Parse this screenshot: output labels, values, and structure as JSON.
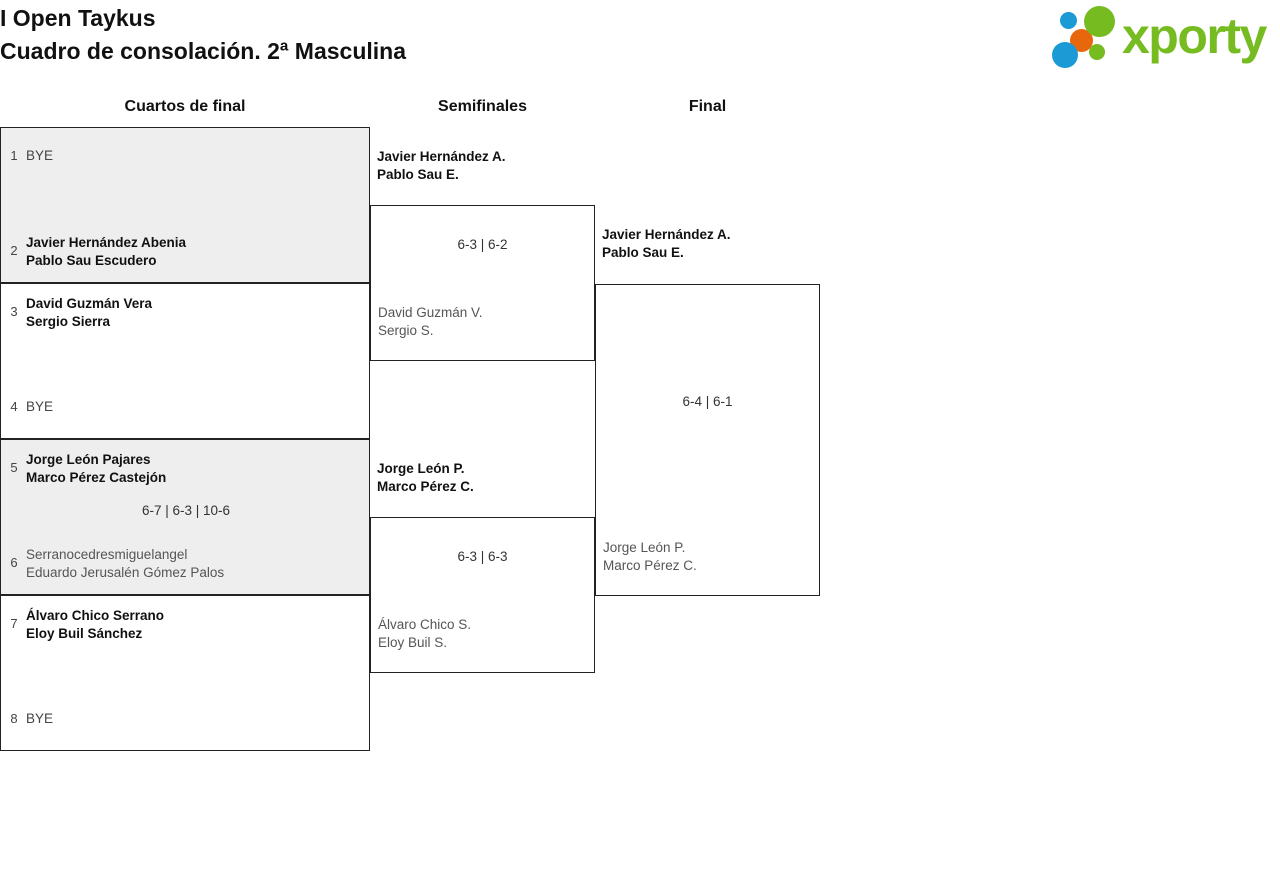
{
  "header": {
    "tournament_title": "I Open Taykus",
    "bracket_subtitle": "Cuadro de consolación. 2ª Masculina",
    "logo_word": "xporty",
    "logo_colors": {
      "green": "#76bc21",
      "blue": "#1b9ad6",
      "orange": "#e8660c"
    }
  },
  "columns": {
    "quarterfinals_label": "Cuartos de final",
    "semifinals_label": "Semifinales",
    "final_label": "Final"
  },
  "bracket": {
    "quarterfinals": [
      {
        "shaded": true,
        "top": {
          "seed": "1",
          "status": "bye",
          "names": [
            "BYE"
          ]
        },
        "bottom": {
          "seed": "2",
          "status": "winner",
          "names": [
            "Javier Hernández Abenia",
            "Pablo Sau Escudero"
          ]
        },
        "score": ""
      },
      {
        "shaded": false,
        "top": {
          "seed": "3",
          "status": "winner",
          "names": [
            "David Guzmán Vera",
            "Sergio Sierra"
          ]
        },
        "bottom": {
          "seed": "4",
          "status": "bye",
          "names": [
            "BYE"
          ]
        },
        "score": ""
      },
      {
        "shaded": true,
        "top": {
          "seed": "5",
          "status": "winner",
          "names": [
            "Jorge León Pajares",
            "Marco Pérez Castejón"
          ]
        },
        "bottom": {
          "seed": "6",
          "status": "loser",
          "names": [
            "Serranocedresmiguelangel",
            "Eduardo Jerusalén Gómez Palos"
          ]
        },
        "score": "6-7 | 6-3 | 10-6"
      },
      {
        "shaded": false,
        "top": {
          "seed": "7",
          "status": "winner",
          "names": [
            "Álvaro Chico Serrano",
            "Eloy Buil Sánchez"
          ]
        },
        "bottom": {
          "seed": "8",
          "status": "bye",
          "names": [
            "BYE"
          ]
        },
        "score": ""
      }
    ],
    "semifinals": [
      {
        "winner": [
          "Javier Hernández A.",
          "Pablo Sau E."
        ],
        "score": "6-3 | 6-2",
        "loser": [
          "David Guzmán V.",
          "Sergio S."
        ]
      },
      {
        "winner": [
          "Jorge León P.",
          "Marco Pérez C."
        ],
        "score": "6-3 | 6-3",
        "loser": [
          "Álvaro Chico S.",
          "Eloy Buil S."
        ]
      }
    ],
    "final": {
      "winner": [
        "Javier Hernández A.",
        "Pablo Sau E."
      ],
      "score": "6-4 | 6-1",
      "loser": [
        "Jorge León P.",
        "Marco Pérez C."
      ]
    }
  }
}
